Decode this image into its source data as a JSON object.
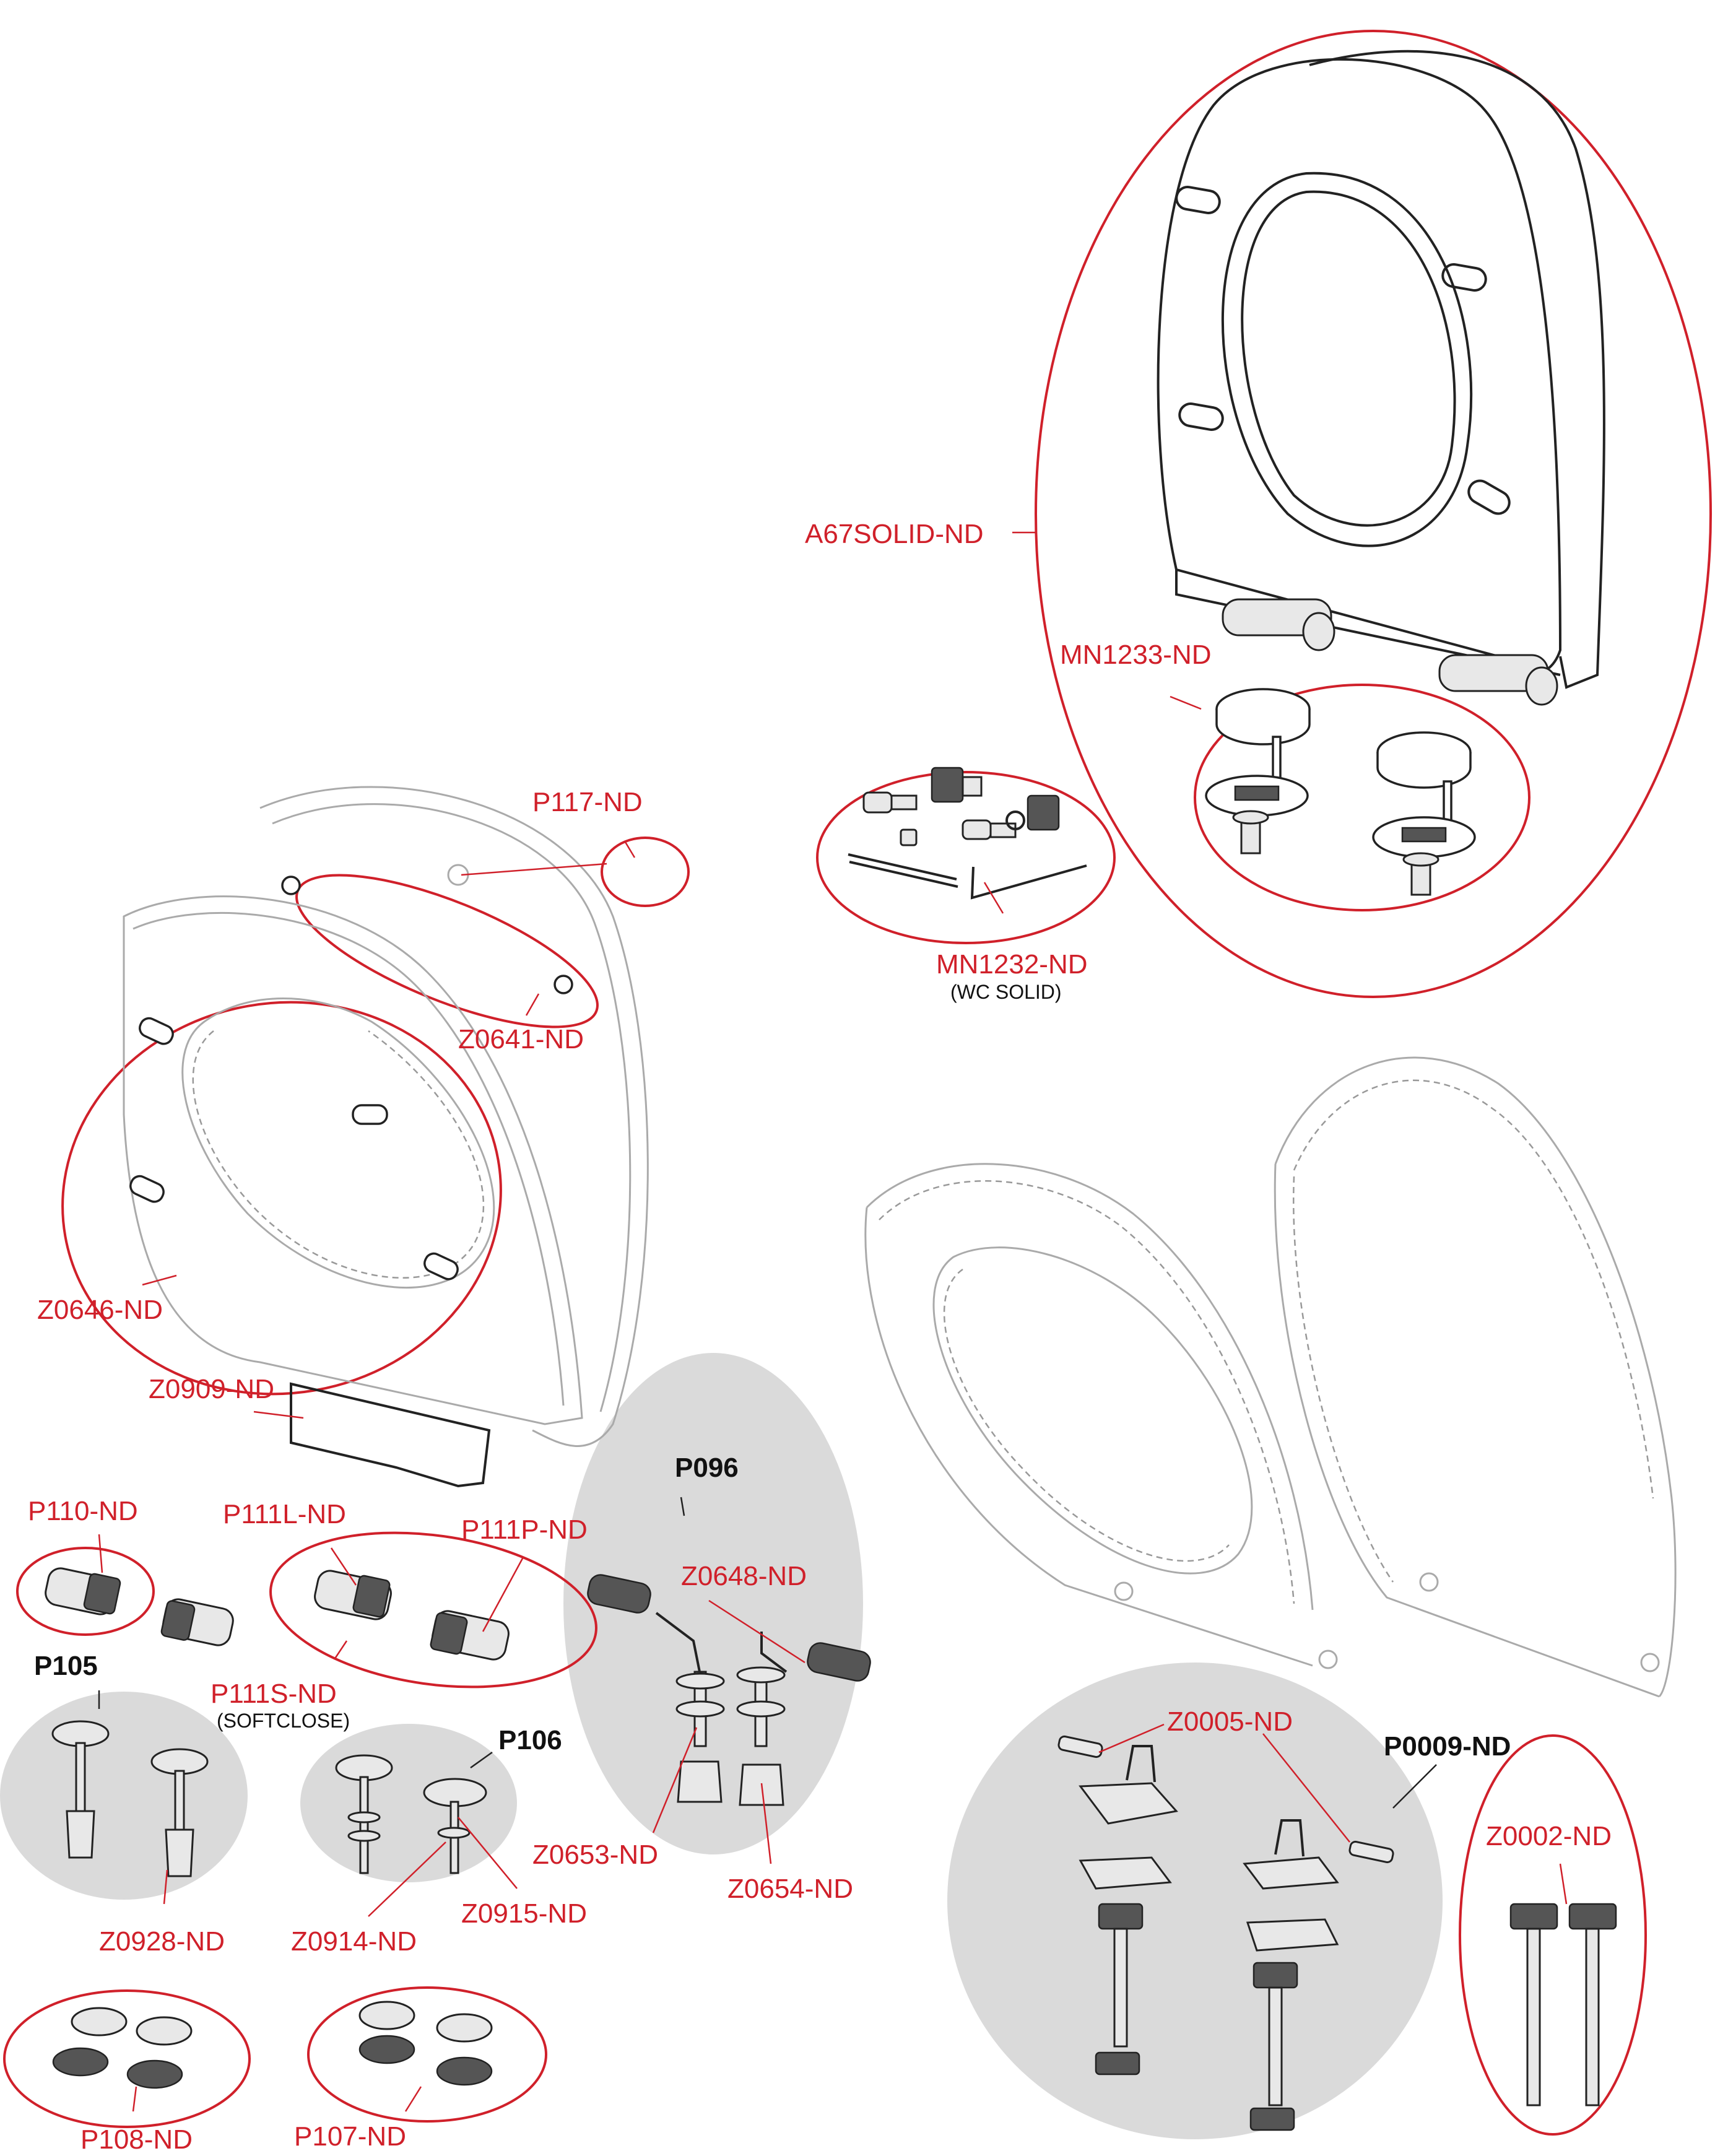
{
  "parts": {
    "a67solid": "A67SOLID-ND",
    "mn1233": "MN1233-ND",
    "mn1232": "MN1232-ND",
    "mn1232_note": "(WC SOLID)",
    "p117": "P117-ND",
    "z0641": "Z0641-ND",
    "z0646": "Z0646-ND",
    "z0909": "Z0909-ND",
    "p110": "P110-ND",
    "p111l": "P111L-ND",
    "p111p": "P111P-ND",
    "p111s": "P111S-ND",
    "p111s_note": "(SOFTCLOSE)",
    "p096": "P096",
    "z0648": "Z0648-ND",
    "z0653": "Z0653-ND",
    "z0654": "Z0654-ND",
    "p105": "P105",
    "z0928": "Z0928-ND",
    "p106": "P106",
    "z0914": "Z0914-ND",
    "z0915": "Z0915-ND",
    "p108": "P108-ND",
    "p107": "P107-ND",
    "z0005": "Z0005-ND",
    "p0009": "P0009-ND",
    "z0002": "Z0002-ND"
  },
  "colors": {
    "label_red": "#d0202a",
    "label_black": "#111111",
    "group_fill": "#dadada",
    "outline": "#222222"
  }
}
